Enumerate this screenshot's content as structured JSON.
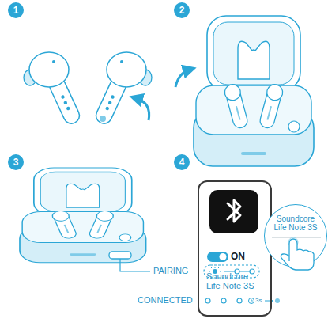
{
  "diagram": {
    "nodes": [
      {
        "text": [
          "ON",
          "Soundcore Life Note 3S"
        ]
      },
      {
        "text": [
          "Soundcore Life Note 3S"
        ]
      }
    ],
    "labels": [
      "1",
      "2",
      "3",
      "4",
      "PAIRING",
      "CONNECTED",
      "3s"
    ]
  }
}
